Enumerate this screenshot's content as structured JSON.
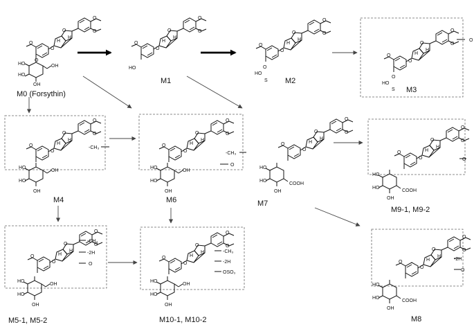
{
  "compounds": [
    {
      "key": "m0",
      "label": "M0 (Forsythin)"
    },
    {
      "key": "m1",
      "label": "M1"
    },
    {
      "key": "m2",
      "label": "M2"
    },
    {
      "key": "m3",
      "label": "M3"
    },
    {
      "key": "m4",
      "label": "M4"
    },
    {
      "key": "m6",
      "label": "M6"
    },
    {
      "key": "m7",
      "label": "M7"
    },
    {
      "key": "m9",
      "label": "M9-1, M9-2"
    },
    {
      "key": "m5",
      "label": "M5-1, M5-2"
    },
    {
      "key": "m10",
      "label": "M10-1, M10-2"
    },
    {
      "key": "m8",
      "label": "M8"
    }
  ],
  "modifications": {
    "m3": [
      "O"
    ],
    "m4": [
      "-CH₃"
    ],
    "m6": [
      "-CH₃",
      "O"
    ],
    "m9": [
      "O"
    ],
    "m5": [
      "-CH₃",
      "-2H",
      "O"
    ],
    "m10": [
      "-CH₃",
      "-2H",
      "OSO₃"
    ],
    "m8": [
      "-2H",
      "O"
    ]
  },
  "atoms": {
    "o": "O",
    "h": "H",
    "ho": "HO",
    "oh": "OH",
    "cooh": "COOH",
    "s": "S"
  }
}
